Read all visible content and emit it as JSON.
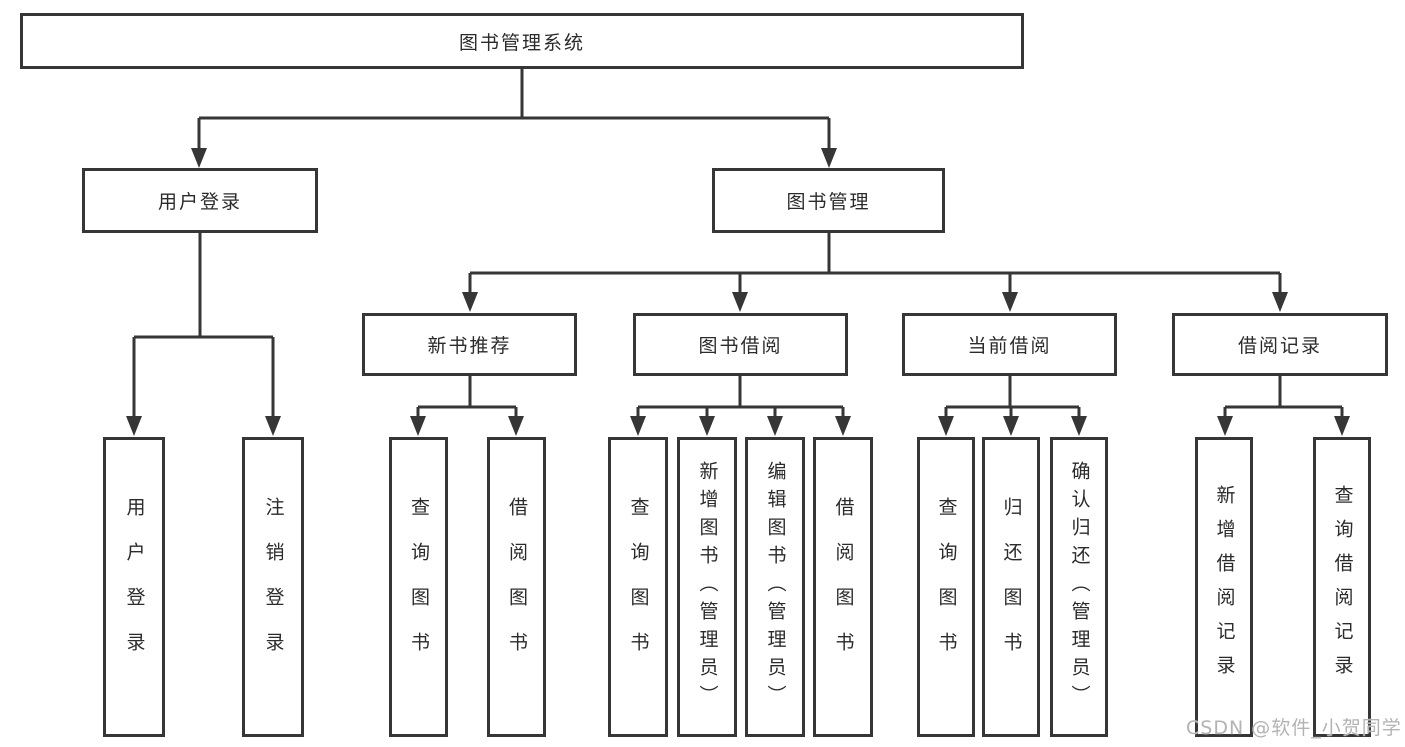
{
  "tree": {
    "root": "图书管理系统",
    "branches": [
      {
        "label": "用户登录",
        "children": [
          "用户登录",
          "注销登录"
        ]
      },
      {
        "label": "图书管理",
        "groups": [
          {
            "label": "新书推荐",
            "children": [
              "查询图书",
              "借阅图书"
            ]
          },
          {
            "label": "图书借阅",
            "children": [
              "查询图书",
              "新增图书（管理员）",
              "编辑图书（管理员）",
              "借阅图书"
            ]
          },
          {
            "label": "当前借阅",
            "children": [
              "查询图书",
              "归还图书",
              "确认归还（管理员）"
            ]
          },
          {
            "label": "借阅记录",
            "children": [
              "新增借阅记录",
              "查询借阅记录"
            ]
          }
        ]
      }
    ]
  },
  "watermark": "CSDN @软件_小贺同学",
  "colors": {
    "line": "#363636",
    "text": "#2b2b2b",
    "watermark": "#b3b3b3",
    "background": "#ffffff"
  }
}
